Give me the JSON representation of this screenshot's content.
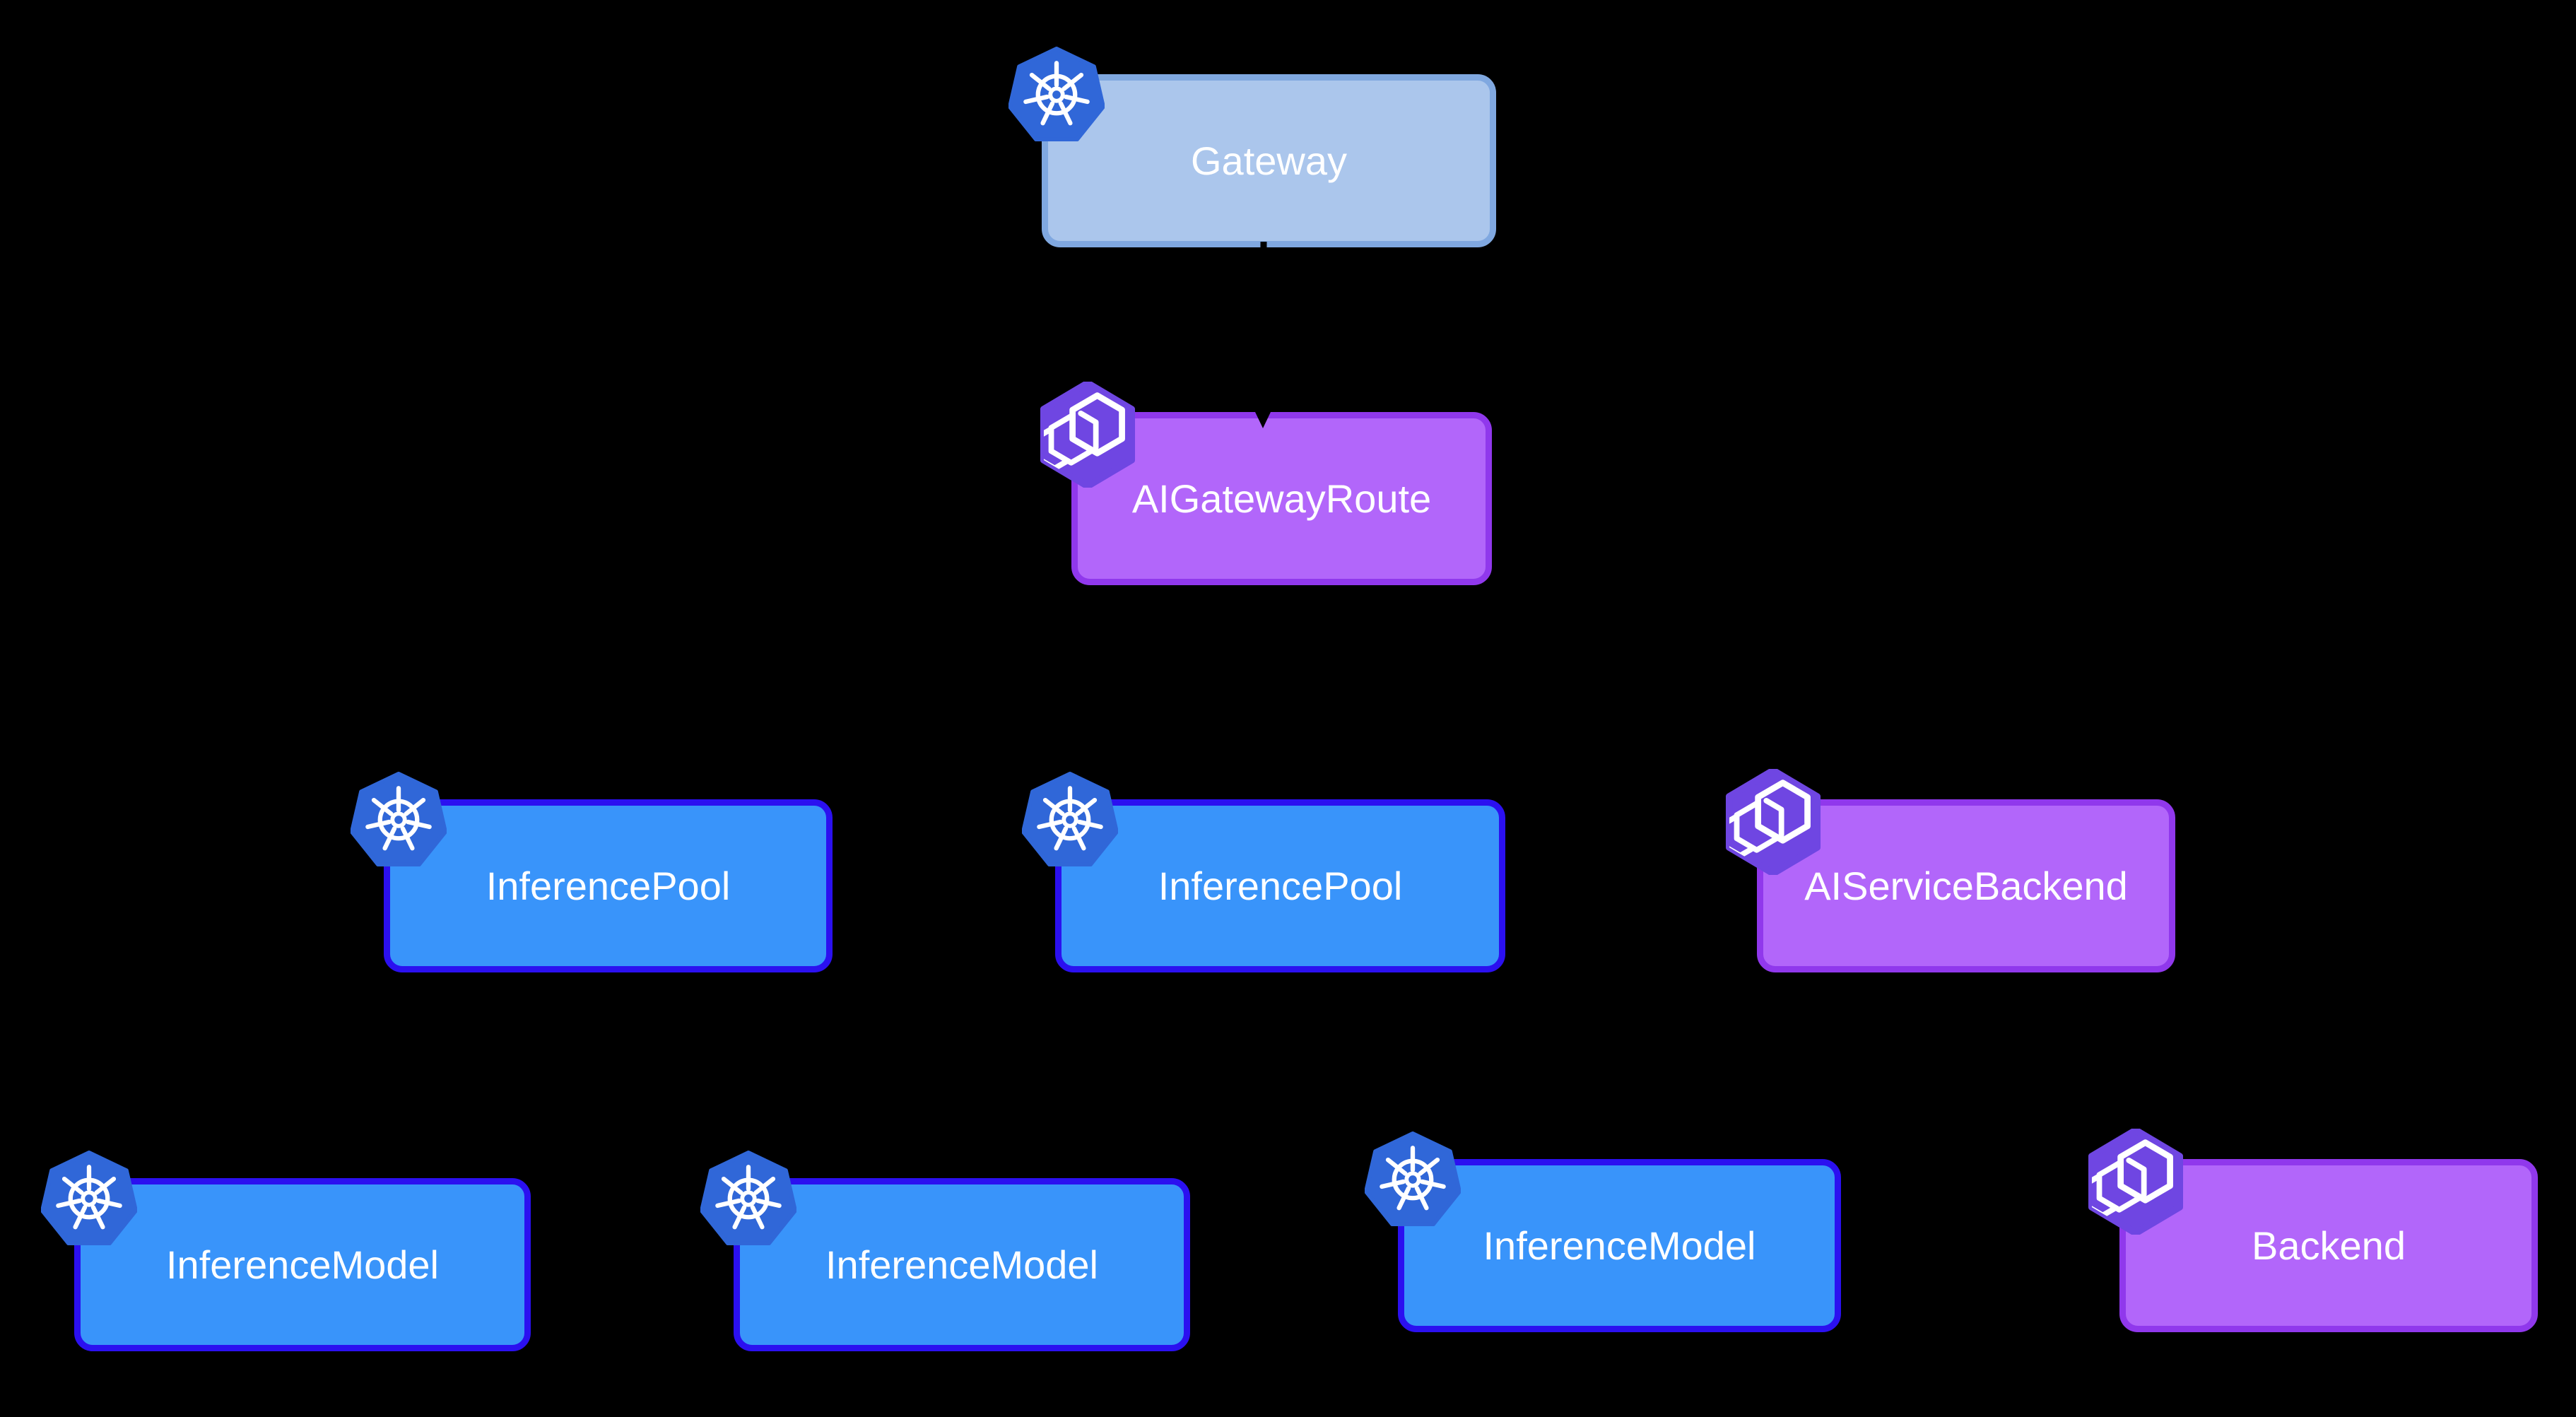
{
  "diagram": {
    "background_color": "#000000",
    "nodes": [
      {
        "id": "gateway",
        "label": "Gateway",
        "icon": "kubernetes-icon",
        "style": "k8s-light-blue"
      },
      {
        "id": "aigatewayroute",
        "label": "AIGatewayRoute",
        "icon": "envoy-ai-gateway-icon",
        "style": "envoy-purple"
      },
      {
        "id": "inferencepool-1",
        "label": "InferencePool",
        "icon": "kubernetes-icon",
        "style": "k8s-blue"
      },
      {
        "id": "inferencepool-2",
        "label": "InferencePool",
        "icon": "kubernetes-icon",
        "style": "k8s-blue"
      },
      {
        "id": "aiservicebackend",
        "label": "AIServiceBackend",
        "icon": "envoy-ai-gateway-icon",
        "style": "envoy-purple"
      },
      {
        "id": "inferencemodel-1",
        "label": "InferenceModel",
        "icon": "kubernetes-icon",
        "style": "k8s-blue"
      },
      {
        "id": "inferencemodel-2",
        "label": "InferenceModel",
        "icon": "kubernetes-icon",
        "style": "k8s-blue"
      },
      {
        "id": "inferencemodel-3",
        "label": "InferenceModel",
        "icon": "kubernetes-icon",
        "style": "k8s-blue"
      },
      {
        "id": "backend",
        "label": "Backend",
        "icon": "envoy-ai-gateway-icon",
        "style": "envoy-purple"
      }
    ],
    "edges": [
      {
        "from": "gateway",
        "to": "aigatewayroute",
        "arrow": "down",
        "visible": true
      },
      {
        "from": "aigatewayroute",
        "to": "inferencepool-1",
        "arrow": "down",
        "visible": false
      },
      {
        "from": "aigatewayroute",
        "to": "inferencepool-2",
        "arrow": "down",
        "visible": false
      },
      {
        "from": "aigatewayroute",
        "to": "aiservicebackend",
        "arrow": "down",
        "visible": false
      },
      {
        "from": "inferencepool-1",
        "to": "inferencemodel-1",
        "arrow": "down",
        "visible": false
      },
      {
        "from": "inferencepool-1",
        "to": "inferencemodel-2",
        "arrow": "down",
        "visible": false
      },
      {
        "from": "inferencepool-2",
        "to": "inferencemodel-3",
        "arrow": "down",
        "visible": false
      },
      {
        "from": "aiservicebackend",
        "to": "backend",
        "arrow": "down",
        "visible": false
      }
    ],
    "colors": {
      "background": "#000000",
      "gateway_fill": "#abc6ec",
      "gateway_border": "#80a8e0",
      "k8s_node_fill": "#3994fa",
      "k8s_node_border": "#2b10f0",
      "envoy_node_fill": "#b266fa",
      "envoy_node_border": "#9038ec",
      "k8s_badge": "#3067d8",
      "envoy_badge": "#6f46e2",
      "edge": "#000000",
      "label_text": "#ffffff"
    }
  }
}
